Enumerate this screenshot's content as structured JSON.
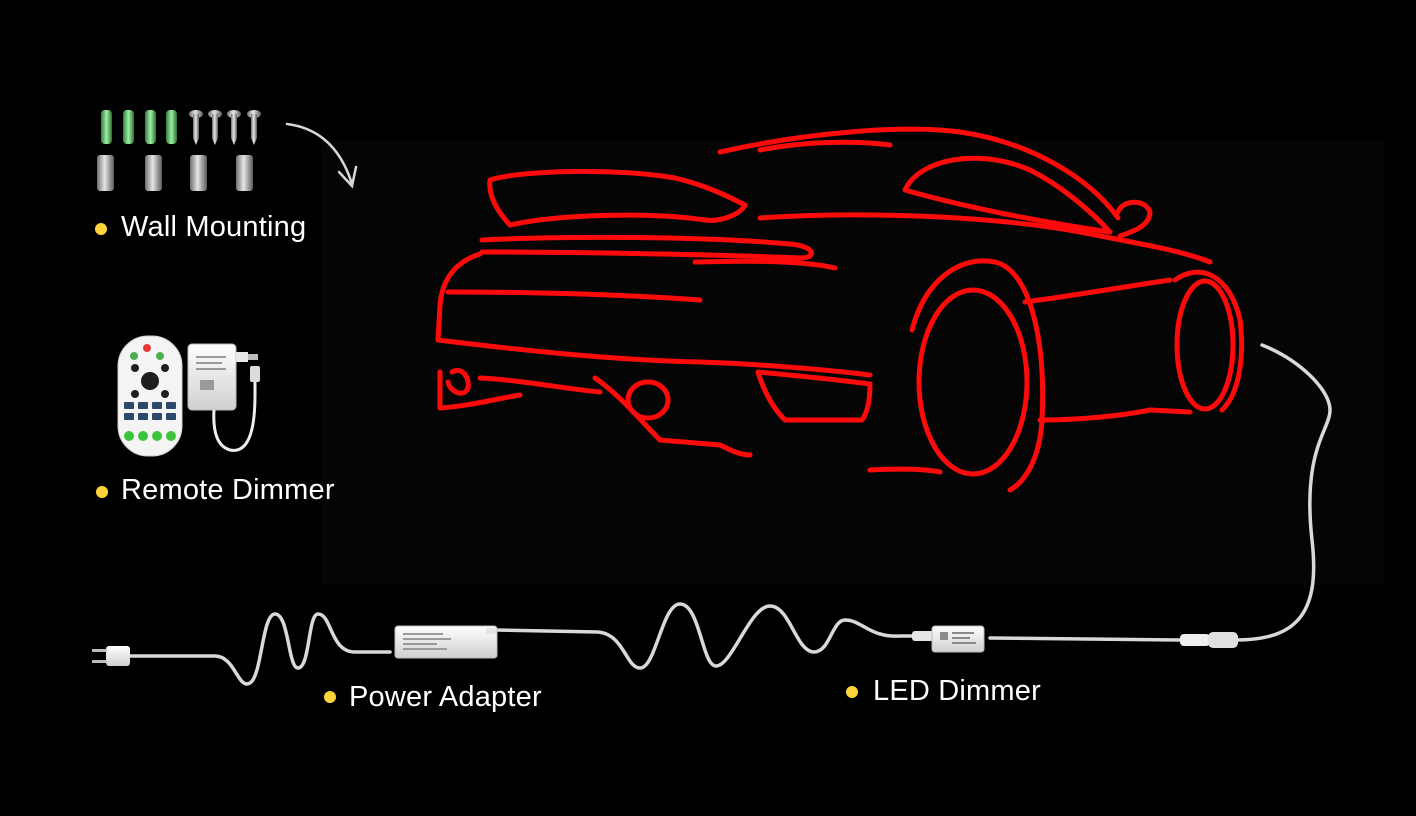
{
  "colors": {
    "background": "#000000",
    "neon": "#ff0a0a",
    "bullet": "#ffd43b",
    "cable": "#d9d9d9",
    "label_text": "#ffffff"
  },
  "labels": {
    "wall_mounting": "Wall Mounting",
    "remote_dimmer": "Remote Dimmer",
    "power_adapter": "Power Adapter",
    "led_dimmer": "LED Dimmer"
  },
  "icons": {
    "mounting": "screws-and-anchors-icon",
    "arrow": "curved-arrow-icon",
    "remote": "remote-control-icon",
    "receiver": "dimmer-receiver-icon",
    "plug": "power-plug-icon",
    "adapter": "power-adapter-icon",
    "inline_dimmer": "inline-dimmer-icon",
    "neon_sign": "neon-car-sign-icon"
  }
}
